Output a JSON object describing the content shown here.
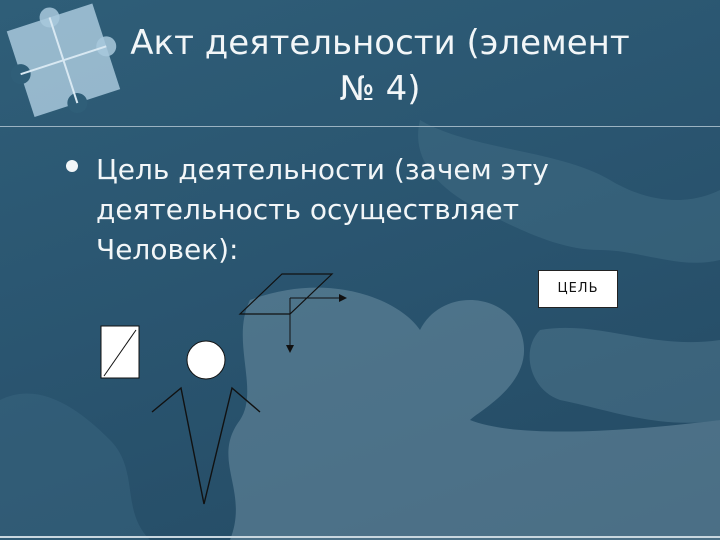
{
  "title": {
    "line1": "Акт деятельности (элемент",
    "line2": "№ 4)"
  },
  "bullet": {
    "line1": "Цель деятельности (зачем эту",
    "line2": "деятельность осуществляет",
    "line3": "Человек):"
  },
  "diagram": {
    "goal_label": "ЦЕЛЬ"
  },
  "colors": {
    "background": "#2a5570",
    "text": "#f2f6f8"
  },
  "icons": [
    "puzzle-logo-icon",
    "bullet-dot-icon"
  ]
}
